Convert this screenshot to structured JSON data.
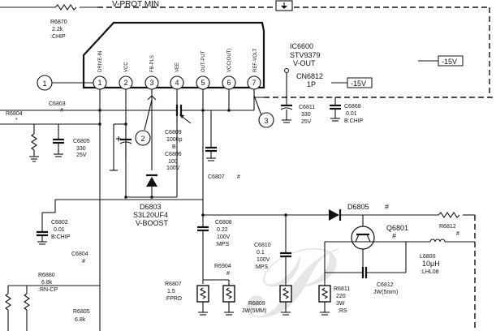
{
  "top_rail": {
    "label": "V-PROT MIN"
  },
  "ic": {
    "ref": "IC6600",
    "part": "STV9379",
    "function": "V-OUT",
    "pins": [
      {
        "num": "1",
        "label": "DRIVE-IN"
      },
      {
        "num": "2",
        "label": "VCC"
      },
      {
        "num": "3",
        "label": "FB-PLS"
      },
      {
        "num": "4",
        "label": "VEE"
      },
      {
        "num": "5",
        "label": "OUT-PUT"
      },
      {
        "num": "6",
        "label": "VCC(OUT)"
      },
      {
        "num": "7",
        "label": "REF-VOLT"
      }
    ]
  },
  "connector": {
    "ref": "CN6812",
    "pin": "1P"
  },
  "supplies": {
    "neg15_right": "-15V",
    "neg15_mid": "-15V"
  },
  "callouts": [
    "1",
    "2",
    "3"
  ],
  "components": {
    "r6870": {
      "ref": "R6870",
      "value": "2.2k",
      "type": ":CHIP"
    },
    "r6804": {
      "ref": "R6804",
      "value": "*"
    },
    "c6803": {
      "ref": "C6803",
      "value": "#"
    },
    "c6805": {
      "ref": "C6805",
      "value": "330",
      "rating": "25V"
    },
    "c6809": {
      "ref": "C6809",
      "value": "1000p",
      "rating": "B"
    },
    "c6806": {
      "ref": "C6806",
      "value": "100",
      "rating": "100V"
    },
    "c6807": {
      "ref": "C6807",
      "value": "#"
    },
    "c6811": {
      "ref": "C6811",
      "value": "330",
      "rating": "25V"
    },
    "c6868": {
      "ref": "C6868",
      "value": "0.01",
      "rating": "B:CHIP"
    },
    "d6803": {
      "ref": "D6803",
      "part": "S3L20UF4",
      "function": "V-BOOST"
    },
    "c6802": {
      "ref": "C6802",
      "value": "0.01",
      "rating": "B:CHIP"
    },
    "c6804": {
      "ref": "C6804",
      "value": "#"
    },
    "r6880": {
      "ref": "R6880",
      "value": "6.8k",
      "type": ":RN-CP"
    },
    "r6805": {
      "ref": "R6805",
      "value": "6.8k"
    },
    "c6808": {
      "ref": "C6808",
      "value": "0.22",
      "rating": "100V",
      "type": ":MPS"
    },
    "r6904": {
      "ref": "R6904",
      "value": "#"
    },
    "r6807": {
      "ref": "R6807",
      "value": "1.5",
      "type": ":FPRD"
    },
    "r6809": {
      "ref": "R6809",
      "value": "JW(5MM)"
    },
    "d6805": {
      "ref": "D6805",
      "value": "#"
    },
    "c6810": {
      "ref": "C6810",
      "value": "0.1",
      "rating": "100V",
      "type": ":MPS"
    },
    "r6811": {
      "ref": "R6811",
      "value": "220",
      "rating": "3W",
      "type": ":RS"
    },
    "c6812": {
      "ref": "C6812",
      "value": "JW(5mm)"
    },
    "q6801": {
      "ref": "Q6801",
      "value": "#"
    },
    "r6812": {
      "ref": "R6812",
      "value": "#"
    },
    "l6800": {
      "ref": "L6800",
      "value": "10μH",
      "type": ":LHL08"
    }
  },
  "markers": {
    "hash1": "#",
    "hash2": "#"
  }
}
